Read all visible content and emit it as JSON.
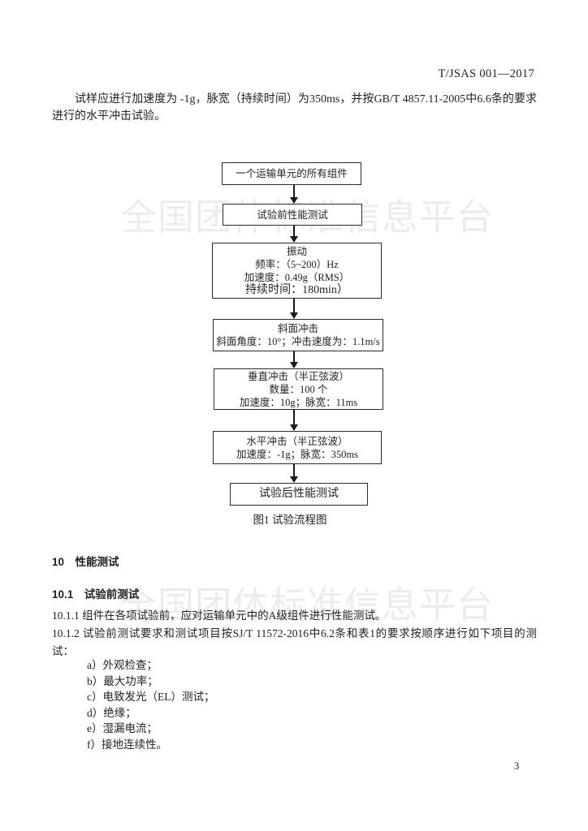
{
  "header": {
    "doc_number": "T/JSAS 001—2017"
  },
  "watermark": {
    "text": "全国团体标准信息平台"
  },
  "intro": {
    "paragraph": "试样应进行加速度为 -1g，脉宽（持续时间）为350ms，并按GB/T 4857.11-2005中6.6条的要求进行的水平冲击试验。"
  },
  "flowchart": {
    "caption": "图1 试验流程图",
    "nodes": {
      "n1": {
        "line1": "一个运输单元的所有组件"
      },
      "n2": {
        "line1": "试验前性能测试"
      },
      "n3": {
        "line1": "振动",
        "line2": "频率：（5~200）Hz",
        "line3": "加速度：0.49g（RMS）",
        "line4": "持续时间：180min）"
      },
      "n4": {
        "line1": "斜面冲击",
        "line2": "斜面角度：10°；冲击速度为：1.1m/s"
      },
      "n5": {
        "line1": "垂直冲击（半正弦波）",
        "line2": "数量：100 个",
        "line3": "加速度：10g；脉宽：11ms"
      },
      "n6": {
        "line1": "水平冲击（半正弦波）",
        "line2": "加速度：-1g；脉宽：350ms"
      },
      "n7": {
        "line1": "试验后性能测试"
      }
    }
  },
  "sections": {
    "s10_heading": "10　性能测试",
    "s10_1_heading": "10.1　试验前测试",
    "p10_1_1": "10.1.1 组件在各项试验前，应对运输单元中的A级组件进行性能测试。",
    "p10_1_2": "10.1.2 试验前测试要求和测试项目按SJ/T 11572-2016中6.2条和表1的要求按顺序进行如下项目的测试：",
    "list_items": [
      "a）外观检查；",
      "b）最大功率；",
      "c）电致发光（EL）测试；",
      "d）绝缘；",
      "e）湿漏电流；",
      "f）接地连续性。"
    ]
  },
  "footer": {
    "page_number": "3"
  }
}
